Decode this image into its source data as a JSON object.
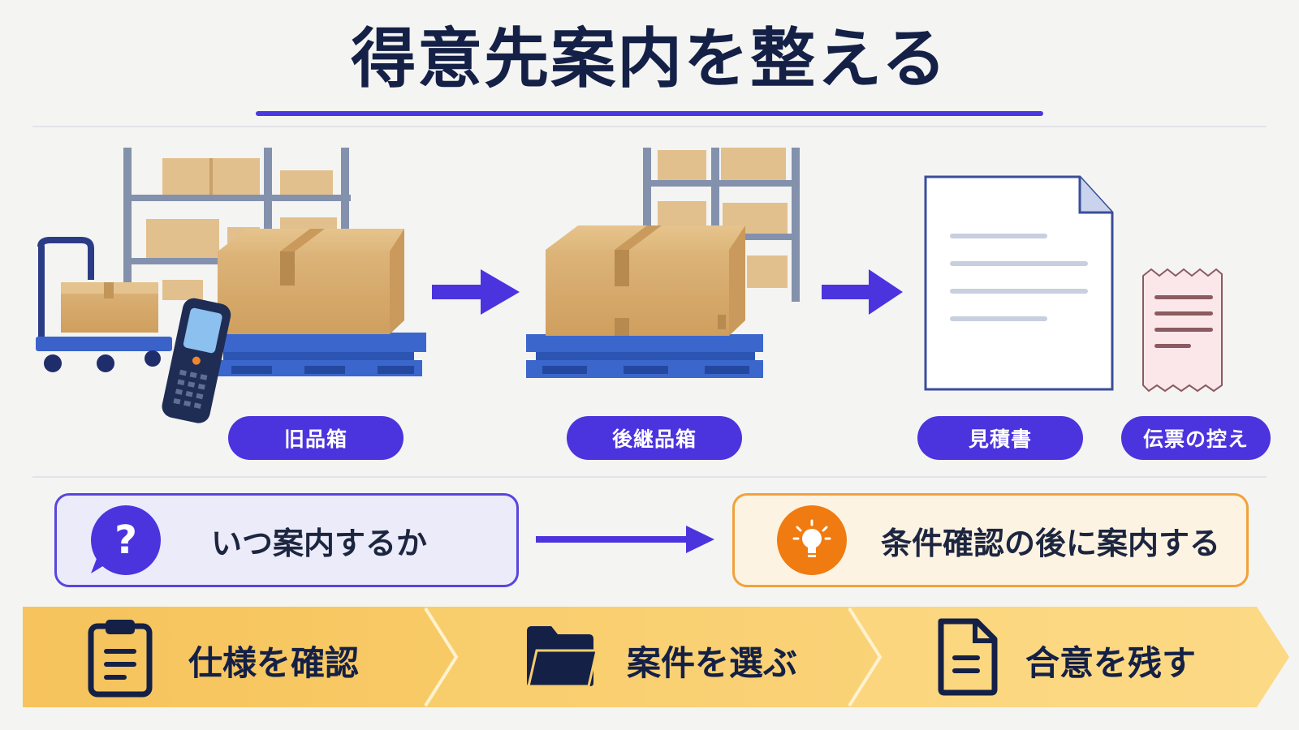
{
  "title": "得意先案内を整える",
  "labels": {
    "old_box": "旧品箱",
    "new_box": "後継品箱",
    "estimate": "見積書",
    "slip_copy": "伝票の控え"
  },
  "question": {
    "icon": "question-icon",
    "text": "いつ案内するか"
  },
  "answer": {
    "icon": "lightbulb-icon",
    "text": "条件確認の後に案内する"
  },
  "steps": [
    {
      "icon": "clipboard-icon",
      "label": "仕様を確認"
    },
    {
      "icon": "folder-icon",
      "label": "案件を選ぶ"
    },
    {
      "icon": "document-icon",
      "label": "合意を残す"
    }
  ],
  "colors": {
    "accent": "#4b34de",
    "orange": "#f07b10",
    "step_yellow": "#f8c963",
    "navy": "#142046"
  }
}
